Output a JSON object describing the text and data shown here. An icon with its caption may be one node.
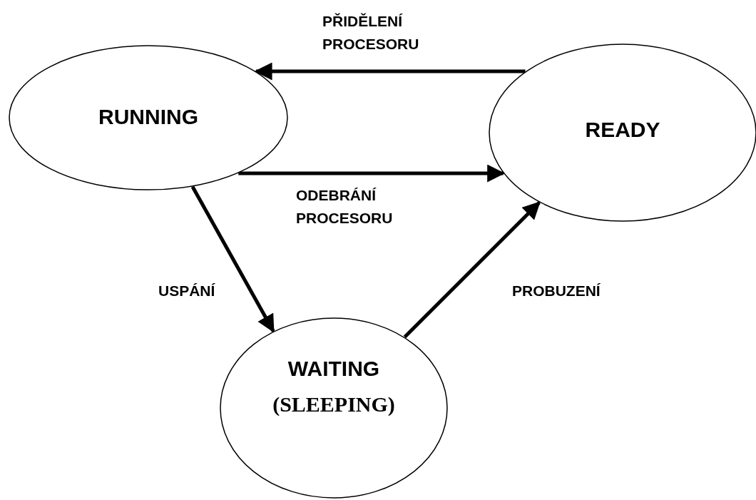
{
  "diagram": {
    "nodes": [
      {
        "text": [
          "RUNNING"
        ]
      },
      {
        "text": [
          "READY"
        ]
      },
      {
        "text": [
          "WAITING",
          "(SLEEPING)"
        ]
      }
    ],
    "edges": [
      {
        "from": 1,
        "to": 0,
        "arrow": "to",
        "label": "PŘIDĚLENÍ PROCESORU"
      },
      {
        "from": 0,
        "to": 1,
        "arrow": "to",
        "label": "ODEBRÁNÍ PROCESORU"
      },
      {
        "from": 0,
        "to": 2,
        "arrow": "to",
        "label": "USPÁNÍ"
      },
      {
        "from": 2,
        "to": 1,
        "arrow": "to",
        "label": "PROBUZENÍ"
      }
    ]
  }
}
